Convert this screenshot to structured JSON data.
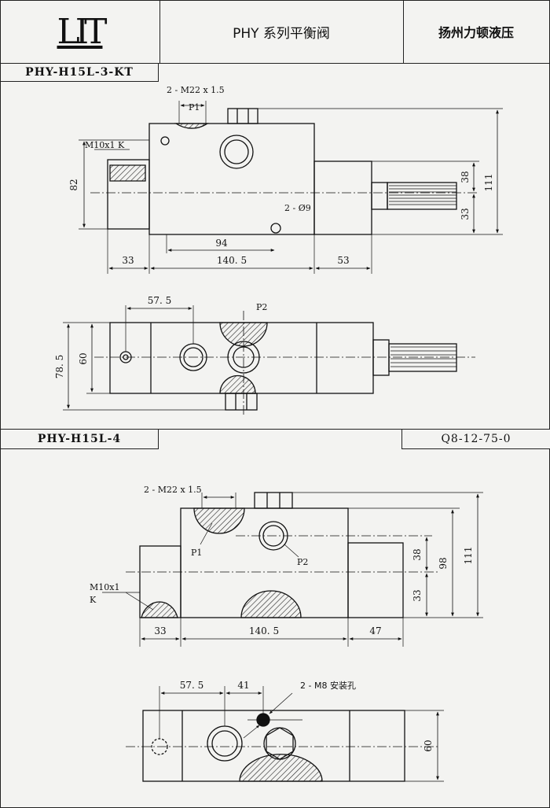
{
  "header": {
    "logo": "LIT",
    "title": "PHY 系列平衡阀",
    "company": "扬州力顿液压"
  },
  "section1": {
    "model": "PHY-H15L-3-KT",
    "labels": {
      "port_thread": "2 - M22 x 1.5",
      "p1": "P1",
      "p2": "P2",
      "plug": "M10x1 K",
      "hole": "2 - Ø9"
    },
    "dims": {
      "d82": "82",
      "d38": "38",
      "d33": "33",
      "d111": "111",
      "d94": "94",
      "d33b": "33",
      "d1405": "140. 5",
      "d53": "53",
      "d575": "57. 5",
      "d785": "78. 5",
      "d60": "60"
    }
  },
  "section2": {
    "model": "PHY-H15L-4",
    "code": "Q8-12-75-0",
    "labels": {
      "port_thread": "2 - M22 x 1.5",
      "p1": "P1",
      "p2": "P2",
      "plug_a": "M10x1",
      "plug_b": "K",
      "mount": "2 - M8 安装孔"
    },
    "dims": {
      "d38": "38",
      "d98": "98",
      "d111": "111",
      "d33": "33",
      "d33b": "33",
      "d1405": "140. 5",
      "d47": "47",
      "d575": "57. 5",
      "d41": "41",
      "d60": "60"
    }
  }
}
